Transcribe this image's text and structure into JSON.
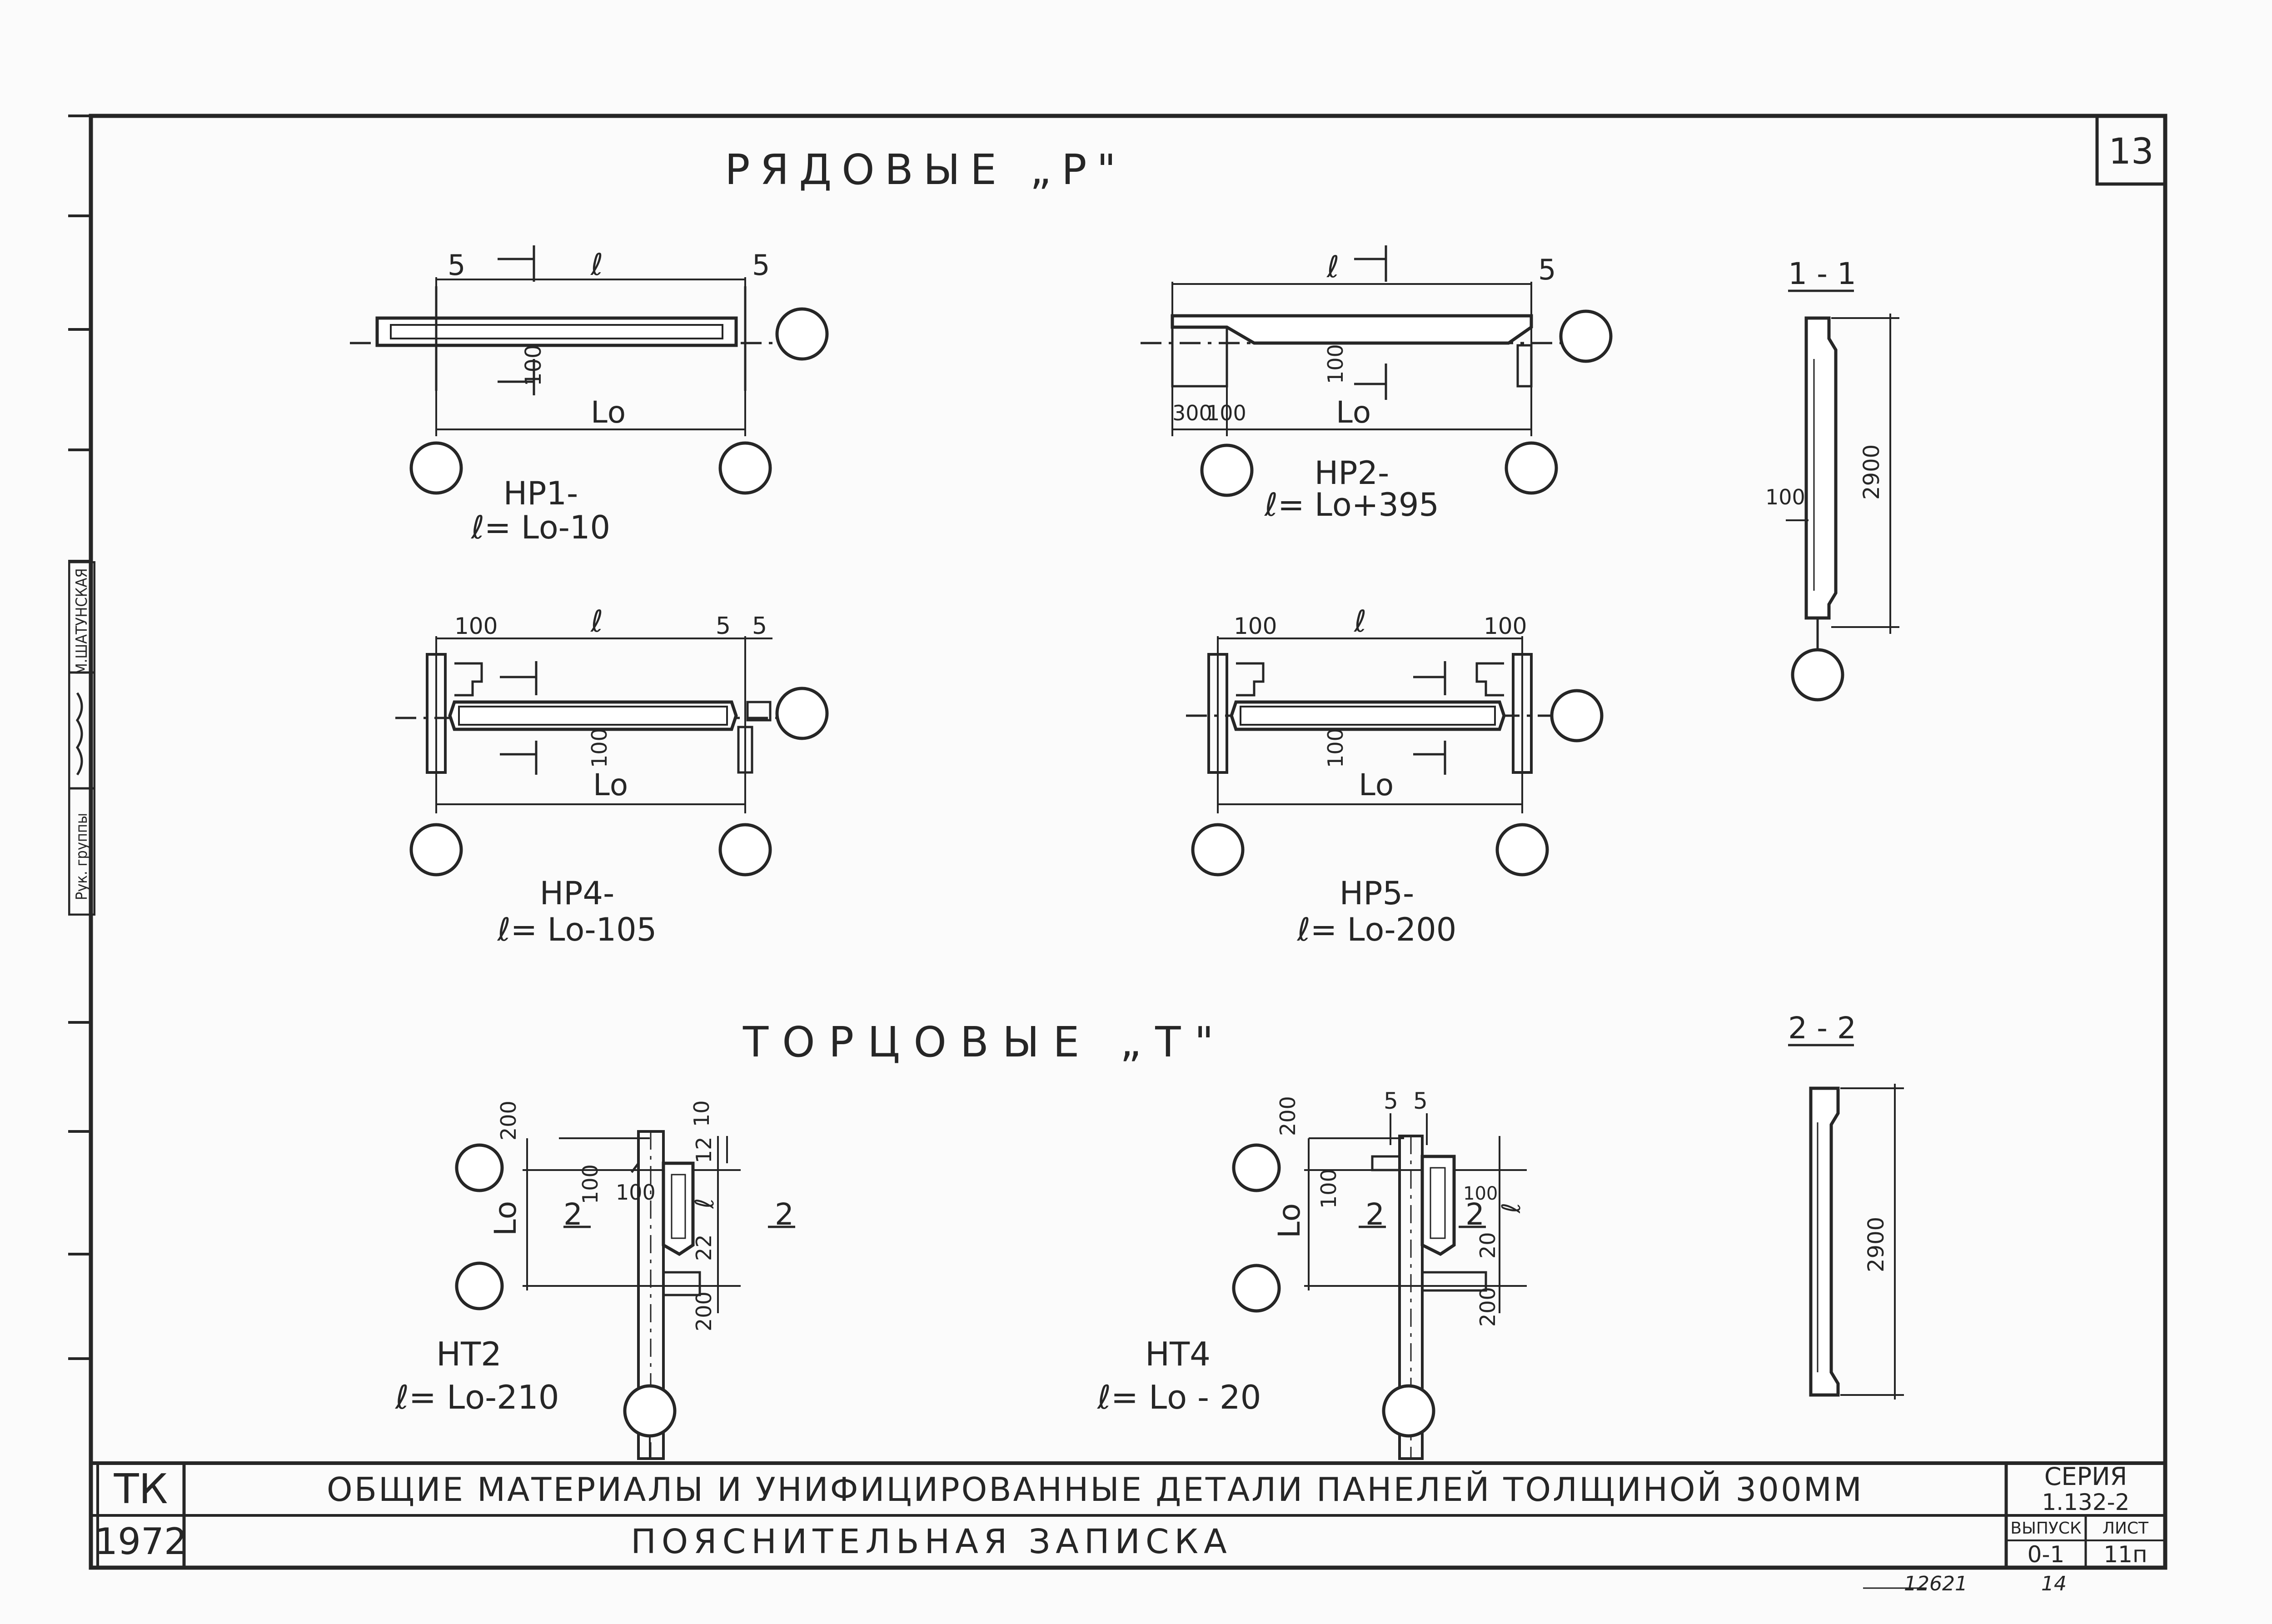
{
  "sheet_number": "13",
  "sections": {
    "ordinary": "РЯДОВЫЕ „Р\"",
    "end": "ТОРЦОВЫЕ „Т\""
  },
  "panels": [
    {
      "mark": "НР1-",
      "formula": "ℓ= Lо-10"
    },
    {
      "mark": "НР2-",
      "formula": "ℓ= Lо+395"
    },
    {
      "mark": "НР4-",
      "formula": "ℓ= Lо-105"
    },
    {
      "mark": "НР5-",
      "formula": "ℓ= Lо-200"
    },
    {
      "mark": "НТ2",
      "formula": "ℓ= Lо-210"
    },
    {
      "mark": "НТ4",
      "formula": "ℓ= Lо - 20"
    }
  ],
  "section_cuts": {
    "first": "1 - 1",
    "second": "2 - 2"
  },
  "dims": {
    "d5": "5",
    "d10": "10",
    "d12": "12",
    "d20": "20",
    "d22": "22",
    "d100": "100",
    "d200": "200",
    "d300": "300",
    "d2900": "2900",
    "l": "ℓ",
    "lo": "Lо",
    "c1": "1",
    "c2": "2"
  },
  "margin_stamp": {
    "role": "Рук. группы",
    "name": "М.ШАТУНСКАЯ"
  },
  "title_block": {
    "org": "ТК",
    "year": "1972",
    "title": "ОБЩИЕ МАТЕРИАЛЫ И УНИФИЦИРОВАННЫЕ ДЕТАЛИ ПАНЕЛЕЙ ТОЛЩИНОЙ 300ММ",
    "subtitle": "ПОЯСНИТЕЛЬНАЯ ЗАПИСКА",
    "series_label": "СЕРИЯ",
    "series_value": "1.132-2",
    "issue_label": "ВЫПУСК",
    "issue_value": "0-1",
    "sheet_label": "ЛИСТ",
    "sheet_value": "11п"
  },
  "footer_numbers": {
    "left": "12621",
    "right": "14"
  }
}
